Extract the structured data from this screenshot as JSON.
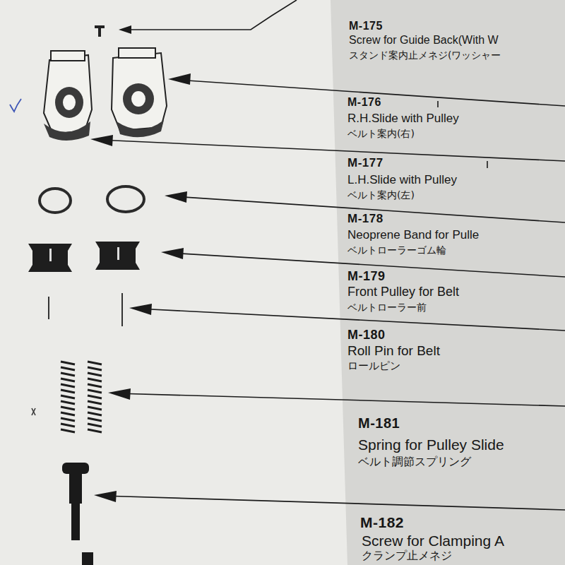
{
  "diagram": {
    "labels": [
      "M-175",
      "Screw for Guide Back(With W",
      "スタンド案内止メネジ(ワッシャー",
      "M-176",
      "R.H.Slide with Pulley",
      "ベルト案内(右)",
      "M-177",
      "L.H.Slide with Pulley",
      "ベルト案内(左)",
      "M-178",
      "Neoprene Band for Pulle",
      "ベルトローラーゴム輪",
      "M-179",
      "Front Pulley for Belt",
      "ベルトローラー前",
      "M-180",
      "Roll Pin for Belt",
      "ロールピン",
      "M-181",
      "Spring for Pulley Slide",
      "ベルト調節スプリング",
      "M-182",
      "Screw for Clamping A",
      "クランプ止メネジ"
    ]
  }
}
